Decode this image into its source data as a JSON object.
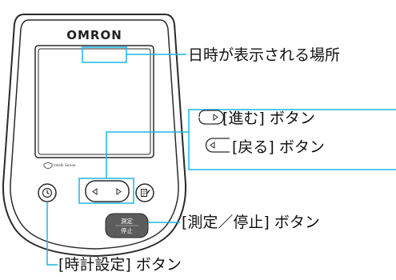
{
  "device": {
    "brand": "OMRON",
    "logo_text": "Intelli Sense",
    "start_stop_button": {
      "line1": "測定",
      "line2": "停止"
    }
  },
  "callouts": {
    "datetime_area": "日時が表示される場所",
    "next_button": "[進む] ボタン",
    "back_button": "[戻る] ボタン",
    "start_stop_button": "[測定／停止] ボタン",
    "clock_setting_button": "[時計設定] ボタン"
  },
  "colors": {
    "callout_line": "#1ab5e8",
    "device_outline": "#2a2a2a",
    "start_button_fill": "#5c5c5c"
  }
}
